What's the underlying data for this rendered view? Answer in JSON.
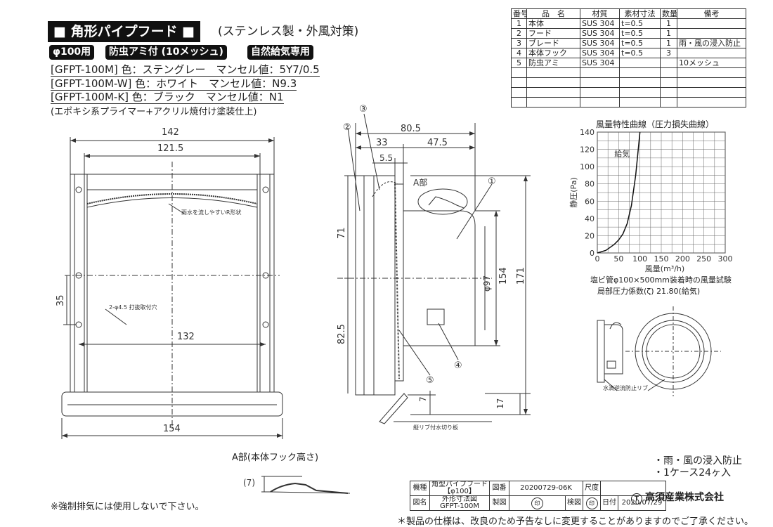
{
  "header": {
    "title": "■ 角形パイプフード ■",
    "subtitle": "(ステンレス製・外風対策)",
    "badges": [
      "φ100用",
      "防虫アミ付 (10メッシュ)",
      "自然給気専用"
    ],
    "specs": [
      "[GFPT-100M] 色：ステングレー　マンセル値：5Y7/0.5",
      "[GFPT-100M-W] 色：ホワイト　マンセル値：N9.3",
      "[GFPT-100M-K] 色：ブラック　マンセル値：N1"
    ],
    "finish_note": "(エポキシ系プライマー+アクリル焼付け塗装仕上)"
  },
  "parts_table": {
    "headers": [
      "番号",
      "品　名",
      "材質",
      "素材寸法",
      "数量",
      "備考"
    ],
    "rows": [
      [
        "1",
        "本体",
        "SUS 304",
        "t=0.5",
        "1",
        ""
      ],
      [
        "2",
        "フード",
        "SUS 304",
        "t=0.5",
        "1",
        ""
      ],
      [
        "3",
        "ブレード",
        "SUS 304",
        "t=0.5",
        "1",
        "雨・風の浸入防止"
      ],
      [
        "4",
        "本体フック",
        "SUS 304",
        "t=0.5",
        "3",
        ""
      ],
      [
        "5",
        "防虫アミ",
        "SUS 304",
        "",
        "",
        "10メッシュ"
      ],
      [
        "",
        "",
        "",
        "",
        "",
        ""
      ],
      [
        "",
        "",
        "",
        "",
        "",
        ""
      ],
      [
        "",
        "",
        "",
        "",
        "",
        ""
      ],
      [
        "",
        "",
        "",
        "",
        "",
        ""
      ]
    ]
  },
  "front_view": {
    "dim_142": "142",
    "dim_121_5": "121.5",
    "dim_132": "132",
    "dim_154": "154",
    "dim_35": "35",
    "label_rib": "雨水を流しやすいR形状",
    "label_holes": "2-φ4.5 打抜取付穴"
  },
  "side_view": {
    "dim_80_5": "80.5",
    "dim_33": "33",
    "dim_47_5": "47.5",
    "dim_5_5": "5.5",
    "dim_71": "71",
    "dim_82_5": "82.5",
    "dim_97": "φ97",
    "dim_154": "154",
    "dim_171": "171",
    "dim_7": "7",
    "dim_17": "17",
    "label_a": "A部",
    "label_drip": "縦リブ付水切り板",
    "callouts": [
      "①",
      "②",
      "③",
      "④",
      "⑤"
    ]
  },
  "chart_data": {
    "type": "line",
    "title": "風量特性曲線（圧力損失曲線）",
    "xlabel": "風量(m³/h)",
    "ylabel": "静圧(Pa)",
    "xlim": [
      0,
      300
    ],
    "ylim": [
      0,
      140
    ],
    "x_ticks": [
      "0",
      "50",
      "100",
      "150",
      "200",
      "250",
      "300"
    ],
    "y_ticks": [
      "0",
      "20",
      "40",
      "60",
      "80",
      "100",
      "120",
      "140"
    ],
    "grid": true,
    "series": [
      {
        "name": "給気",
        "x": [
          0,
          20,
          40,
          50,
          60,
          70,
          80,
          90,
          100
        ],
        "y": [
          0,
          3,
          10,
          15,
          22,
          34,
          55,
          90,
          140
        ]
      }
    ],
    "caption1": "塩ビ管φ100×500mm装着時の風量試験",
    "caption2": "局部圧力係数(ζ) 21.80(給気)"
  },
  "round_view": {
    "label": "水滴逆流防止リブ"
  },
  "detail": {
    "title": "A部(本体フック高さ)",
    "dim": "(7)"
  },
  "features": [
    "・雨・風の浸入防止",
    "・1ケース24ヶ入"
  ],
  "left_note": "※強制排気には使用しないで下さい。",
  "bottom_note": "＊製品の仕様は、改良のため予告なしに変更することがありますのでご了承ください。",
  "title_block": {
    "kishu_label": "機種",
    "kishu_value_1": "角型パイプフード",
    "kishu_value_2": "【φ100】",
    "zuban_label": "図番",
    "zuban_value": "20200729-06K",
    "scale_label": "尺度",
    "zumei_label": "図名",
    "zumei_value_1": "外形寸法図",
    "zumei_value_2": "GFPT-100M",
    "seizu_label": "製図",
    "kenzu_label": "検図",
    "date_label": "日付",
    "date_value": "2020/07/29",
    "company": "高須産業株式会社"
  }
}
